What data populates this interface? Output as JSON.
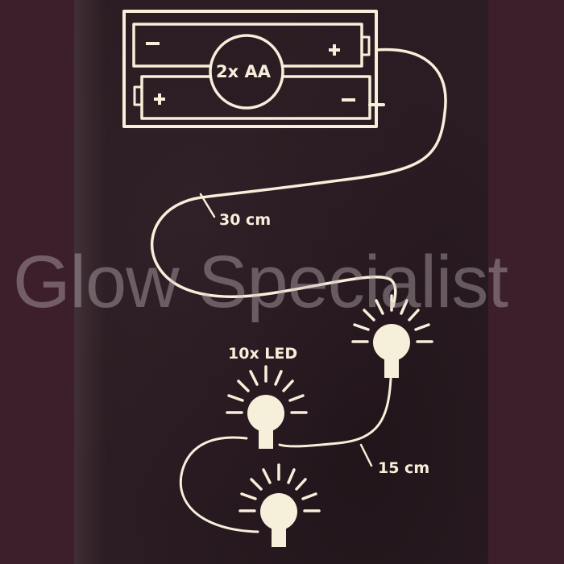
{
  "colors": {
    "margin_bg": "#3d1f2c",
    "photo_bg": "#2a1c22",
    "ink": "#f6f0da",
    "watermark": "rgba(190,180,185,0.42)"
  },
  "battery_box": {
    "label": "2x AA",
    "top_cell": {
      "left_terminal": "−",
      "right_terminal": "+"
    },
    "bottom_cell": {
      "left_terminal": "+",
      "right_terminal": "−"
    }
  },
  "cables": {
    "lead_length": "30 cm",
    "spacing_length": "15 cm"
  },
  "leds": {
    "label": "10x LED",
    "icon": "led-bulb-icon",
    "visible_count": 3
  },
  "watermark": {
    "text": "Glow Specialist"
  }
}
